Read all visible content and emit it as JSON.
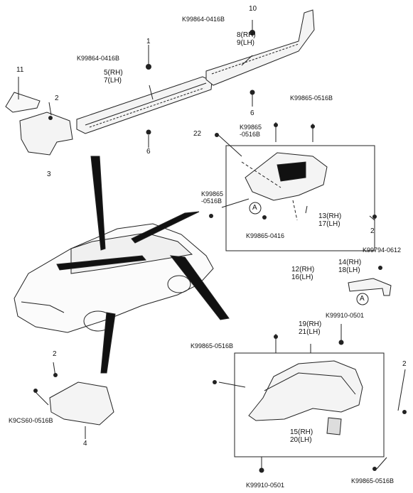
{
  "diagram": {
    "callouts": {
      "c1": "1",
      "c2a": "2",
      "c2b": "2",
      "c2c": "2",
      "c2d": "2",
      "c3": "3",
      "c4": "4",
      "c6a": "6",
      "c6b": "6",
      "c10": "10",
      "c11": "11",
      "c22": "22",
      "c5": "5(RH)",
      "c7": "7(LH)",
      "c8": "8(RH)",
      "c9": "9(LH)",
      "c12": "12(RH)",
      "c16": "16(LH)",
      "c13": "13(RH)",
      "c17": "17(LH)",
      "c14": "14(RH)",
      "c18": "18(LH)",
      "c15": "15(RH)",
      "c20": "20(LH)",
      "c19": "19(RH)",
      "c21": "21(LH)",
      "refA1": "A",
      "refA2": "A"
    },
    "part_codes": {
      "p_top10": "K99864-0416B",
      "p_top1": "K99864-0416B",
      "p_right_top": "K99865-0516B",
      "p_22a": "K99865",
      "p_22b": "-0516B",
      "p_left_a": "K99865",
      "p_left_b": "-0516B",
      "p_k0416": "K99865-0416",
      "p_k0612": "K99794-0612",
      "p_k0501_top": "K99910-0501",
      "p_k0516_mid": "K99865-0516B",
      "p_k0516_bot": "K99865-0516B",
      "p_k0501_bot": "K99910-0501",
      "p_k9cs": "K9CS60-0516B"
    }
  }
}
